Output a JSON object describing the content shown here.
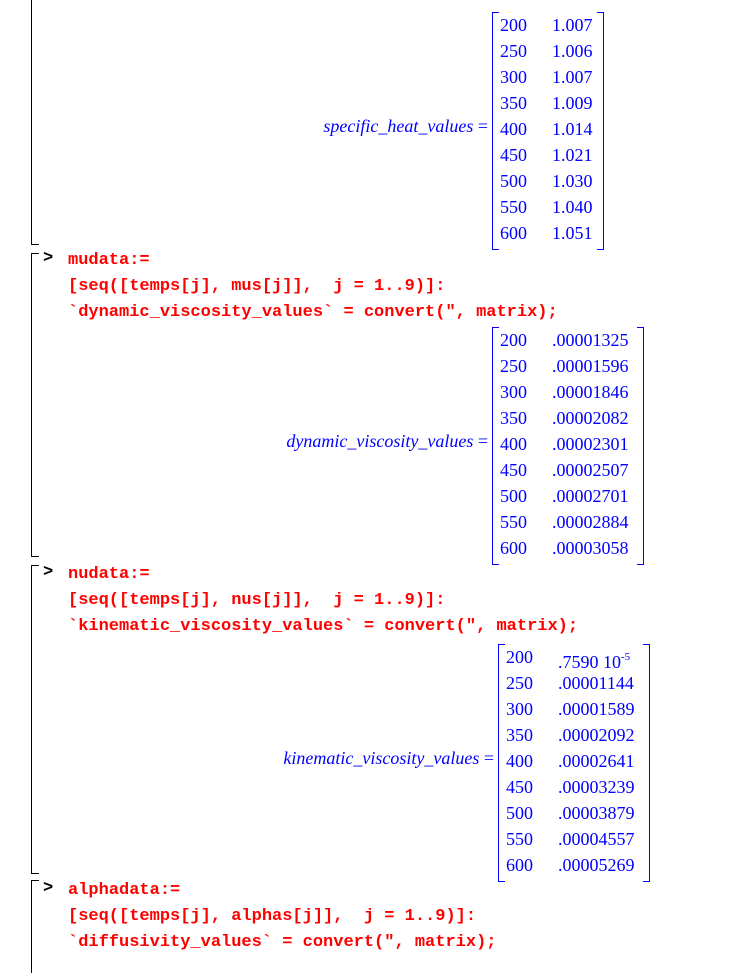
{
  "prompt_symbol": ">",
  "outputs": [
    {
      "label": "specific_heat_values",
      "rows": [
        [
          "200",
          "1.007"
        ],
        [
          "250",
          "1.006"
        ],
        [
          "300",
          "1.007"
        ],
        [
          "350",
          "1.009"
        ],
        [
          "400",
          "1.014"
        ],
        [
          "450",
          "1.021"
        ],
        [
          "500",
          "1.030"
        ],
        [
          "550",
          "1.040"
        ],
        [
          "600",
          "1.051"
        ]
      ]
    },
    {
      "label": "dynamic_viscosity_values",
      "rows": [
        [
          "200",
          ".00001325"
        ],
        [
          "250",
          ".00001596"
        ],
        [
          "300",
          ".00001846"
        ],
        [
          "350",
          ".00002082"
        ],
        [
          "400",
          ".00002301"
        ],
        [
          "450",
          ".00002507"
        ],
        [
          "500",
          ".00002701"
        ],
        [
          "550",
          ".00002884"
        ],
        [
          "600",
          ".00003058"
        ]
      ]
    },
    {
      "label": "kinematic_viscosity_values",
      "rows": [
        [
          "200",
          ".7590 10"
        ],
        [
          "250",
          ".00001144"
        ],
        [
          "300",
          ".00001589"
        ],
        [
          "350",
          ".00002092"
        ],
        [
          "400",
          ".00002641"
        ],
        [
          "450",
          ".00003239"
        ],
        [
          "500",
          ".00003879"
        ],
        [
          "550",
          ".00004557"
        ],
        [
          "600",
          ".00005269"
        ]
      ],
      "first_exponent": "-5"
    }
  ],
  "inputs": [
    [
      "mudata:=",
      "[seq([temps[j], mus[j]],  j = 1..9)]:",
      "`dynamic_viscosity_values` = convert(\", matrix);"
    ],
    [
      "nudata:=",
      "[seq([temps[j], nus[j]],  j = 1..9)]:",
      "`kinematic_viscosity_values` = convert(\", matrix);"
    ],
    [
      "alphadata:=",
      "[seq([temps[j], alphas[j]],  j = 1..9)]:",
      "`diffusivity_values` = convert(\", matrix);"
    ]
  ]
}
